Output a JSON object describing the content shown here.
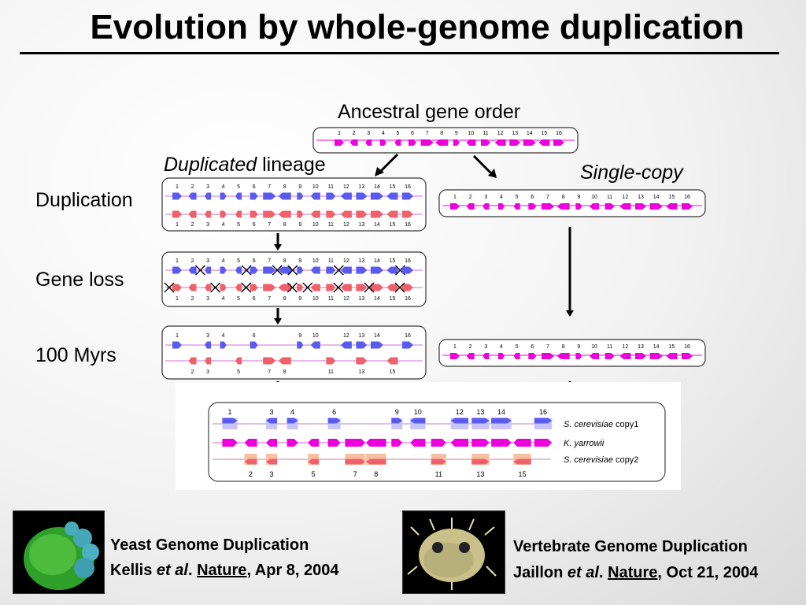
{
  "title": "Evolution by whole-genome duplication",
  "labels": {
    "ancestral": "Ancestral gene order",
    "duplicated_italic": "Duplicated",
    "duplicated_rest": " lineage",
    "single_copy": "Single-copy",
    "duplication": "Duplication",
    "gene_loss": "Gene loss",
    "myrs": "100 Myrs"
  },
  "genes": [
    "1",
    "2",
    "3",
    "4",
    "5",
    "6",
    "7",
    "8",
    "9",
    "10",
    "11",
    "12",
    "13",
    "14",
    "15",
    "16"
  ],
  "retained_copy1": [
    "1",
    "3",
    "4",
    "6",
    "9",
    "10",
    "12",
    "13",
    "14",
    "16"
  ],
  "retained_copy2": [
    "2",
    "3",
    "5",
    "7",
    "8",
    "11",
    "13",
    "15"
  ],
  "lost_copy1": [
    "2",
    "5",
    "7",
    "8",
    "11",
    "15"
  ],
  "lost_copy2": [
    "1",
    "4",
    "6",
    "9",
    "10",
    "12",
    "14",
    "16"
  ],
  "tracks": {
    "copy1": "S. cerevisiae copy1",
    "kyarrowii": "K. yarrowii",
    "copy2": "S. cerevisiae copy2",
    "copy1_species": "S. cerevisiae",
    "copy1_suffix": " copy1",
    "kyarrowii_species": "K. yarrowii",
    "copy2_species": "S. cerevisiae",
    "copy2_suffix": " copy2"
  },
  "colors": {
    "ancestral": "#ee00dd",
    "copy1": "#5a5af0",
    "copy2": "#f0606a",
    "copy1_light": "#c8c4f8",
    "copy2_light": "#f8c0a0"
  },
  "credits": {
    "yeast": {
      "line1": "Yeast Genome Duplication",
      "author": "Kellis ",
      "etal": "et al",
      "dot": ". ",
      "journal": "Nature",
      "date": ", Apr 8, 2004"
    },
    "vertebrate": {
      "line1": "Vertebrate Genome Duplication",
      "author": "Jaillon ",
      "etal": "et al",
      "dot": ". ",
      "journal": "Nature",
      "date": ", Oct 21, 2004"
    }
  },
  "images": {
    "yeast": "yeast-cell-image",
    "fish": "pufferfish-image"
  }
}
